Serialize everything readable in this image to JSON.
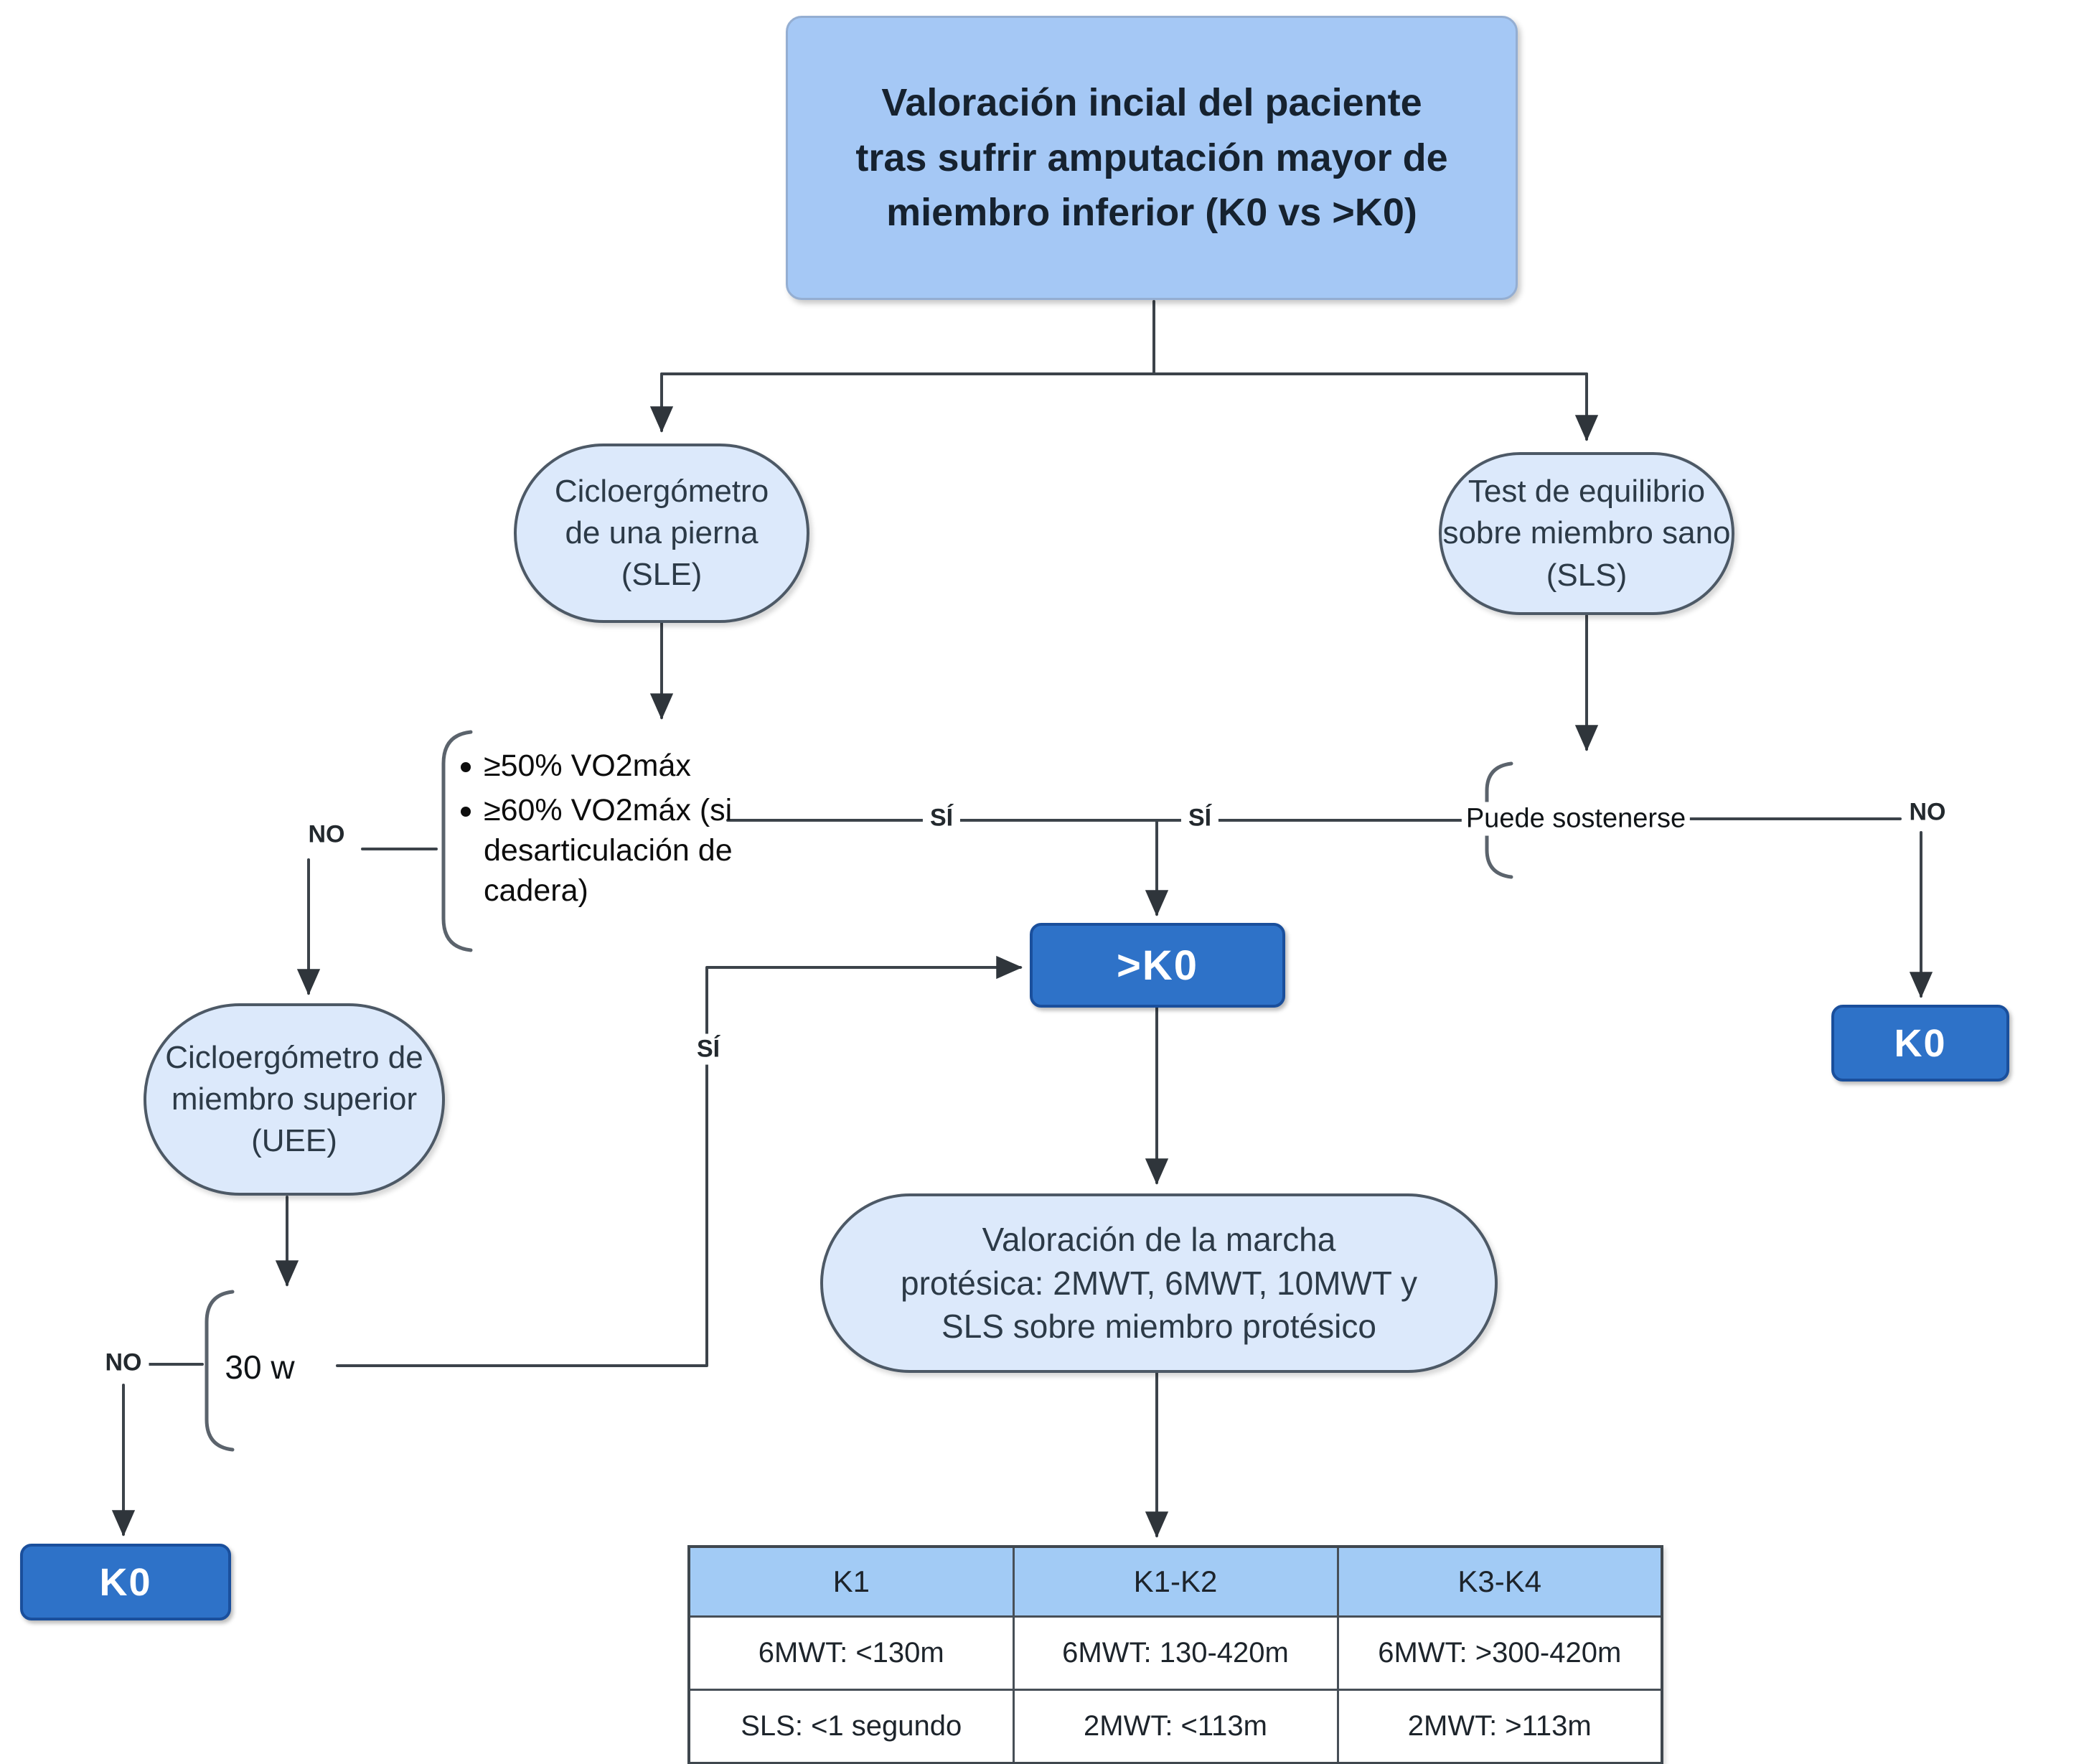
{
  "title": {
    "text": "Valoración incial del paciente\ntras sufrir amputación mayor de\nmiembro inferior (K0 vs >K0)"
  },
  "nodes": {
    "sle": {
      "label": "Cicloergómetro\nde una pierna\n(SLE)"
    },
    "sls": {
      "label": "Test de equilibrio\nsobre miembro sano\n(SLS)"
    },
    "uee": {
      "label": "Cicloergómetro de\nmiembro superior\n(UEE)"
    },
    "marcha": {
      "label": "Valoración de la marcha\nprotésica: 2MWT, 6MWT, 10MWT y\nSLS sobre miembro protésico"
    },
    "k0_mid": {
      "label": ">K0"
    },
    "k0_right": {
      "label": "K0"
    },
    "k0_left": {
      "label": "K0"
    }
  },
  "criteria": {
    "sle_bullets": [
      "≥50% VO2máx",
      "≥60% VO2máx (si\ndesarticulación de\ncadera)"
    ],
    "uee_threshold": "30 w",
    "sls_check": "Puede sostenerse"
  },
  "edge_labels": {
    "no_sle": "NO",
    "si_sle": "SÍ",
    "si_sls": "SÍ",
    "no_sls": "NO",
    "si_uee": "SÍ",
    "no_uee": "NO"
  },
  "table": {
    "headers": [
      "K1",
      "K1-K2",
      "K3-K4"
    ],
    "rows": [
      [
        "6MWT: <130m",
        "6MWT: 130-420m",
        "6MWT: >300-420m"
      ],
      [
        "SLS: <1 segundo",
        "2MWT: <113m",
        "2MWT: >113m"
      ]
    ]
  },
  "colors": {
    "title_fill": "#a5c8f5",
    "pill_fill": "#dce9fb",
    "pill_border": "#4d5966",
    "result_fill": "#2e72c8",
    "result_border": "#1a4f9c",
    "table_header_fill": "#a2cbf5",
    "line_color": "#3c434a"
  }
}
